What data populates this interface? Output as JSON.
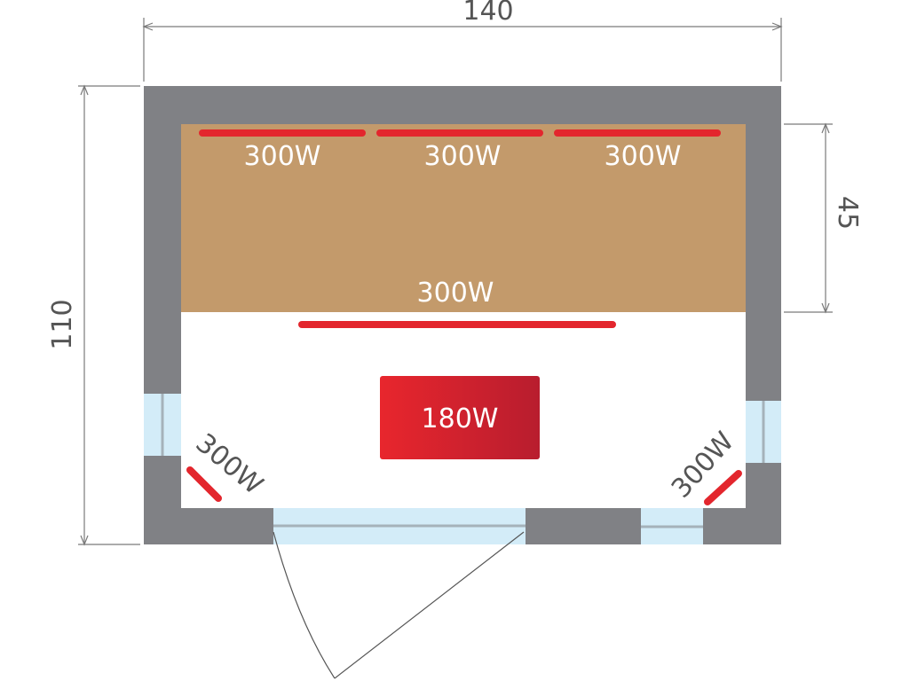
{
  "dimensions": {
    "width": "140",
    "depth": "110",
    "bench_depth": "45"
  },
  "heaters": {
    "back_left": "300W",
    "back_center": "300W",
    "back_right": "300W",
    "bench_front": "300W",
    "floor": "180W",
    "corner_left": "300W",
    "corner_right": "300W"
  },
  "colors": {
    "wall": "#808185",
    "bench": "#c39a6b",
    "glass": "#d3ecf8",
    "heater": "#e3262d",
    "dimension_line": "#7a7a7a"
  }
}
